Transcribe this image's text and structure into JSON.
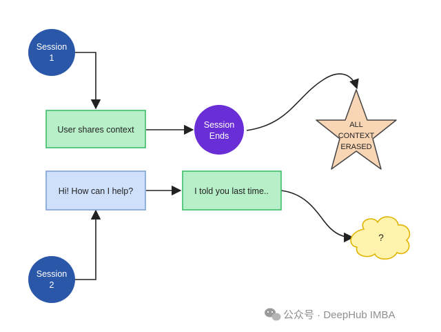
{
  "diagram": {
    "nodes": {
      "session1": {
        "line1": "Session",
        "line2": "1"
      },
      "user_shares": {
        "label": "User shares context"
      },
      "session_ends": {
        "line1": "Session",
        "line2": "Ends"
      },
      "erased": {
        "line1": "ALL",
        "line2": "CONTEXT",
        "line3": "ERASED"
      },
      "hi_help": {
        "label": "Hi! How can I help?"
      },
      "told_you": {
        "label": "I told you last time.."
      },
      "question": {
        "label": "?"
      },
      "session2": {
        "line1": "Session",
        "line2": "2"
      }
    },
    "colors": {
      "session_circle": "#2a57a8",
      "session_ends_circle": "#6a2ed6",
      "green_fill": "#b7efc8",
      "green_stroke": "#3dbd6a",
      "blue_fill": "#cfe0fb",
      "blue_stroke": "#7d9fd8",
      "star_fill": "#f8d5b4",
      "star_stroke": "#444444",
      "cloud_fill": "#fff3ad",
      "cloud_stroke": "#e0b400",
      "arrow": "#222222"
    }
  },
  "watermark": {
    "icon": "wechat-icon",
    "text": "公众号 · DeepHub IMBA"
  }
}
